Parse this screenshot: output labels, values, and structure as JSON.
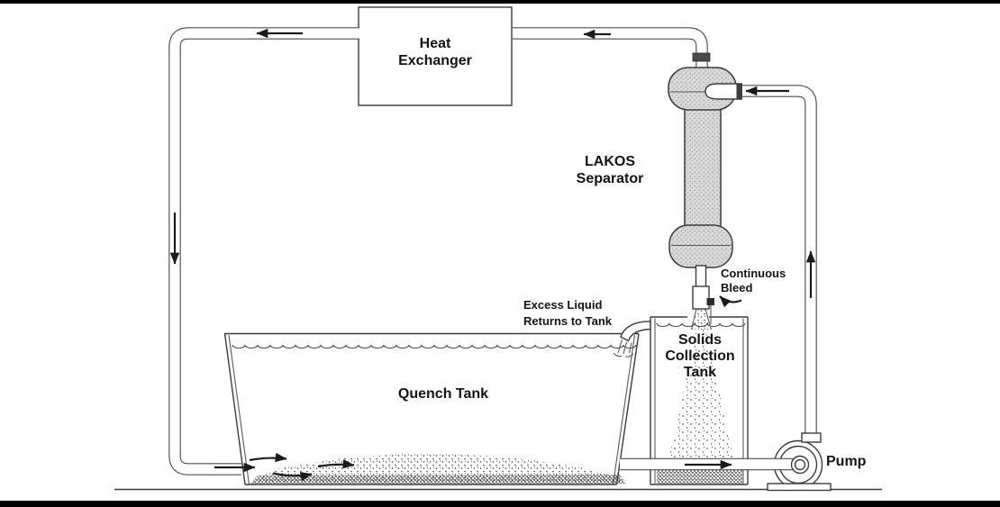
{
  "labels": {
    "heat_exchanger": {
      "line1": "Heat",
      "line2": "Exchanger"
    },
    "lakos_separator": {
      "line1": "LAKOS",
      "line2": "Separator"
    },
    "continuous_bleed": {
      "line1": "Continuous",
      "line2": "Bleed"
    },
    "excess_liquid": {
      "line1": "Excess Liquid",
      "line2": "Returns to Tank"
    },
    "solids_collection_tank": {
      "line1": "Solids",
      "line2": "Collection",
      "line3": "Tank"
    },
    "quench_tank": {
      "label": "Quench Tank"
    },
    "pump": {
      "label": "Pump"
    }
  },
  "colors": {
    "text": "#141414",
    "line": "#3c3c3c",
    "pipe": "#4f4f4f",
    "arrow": "#1b1b1b",
    "vessel_fill": "#d9d9d9",
    "frame": "#000000",
    "background": "#ffffff"
  }
}
